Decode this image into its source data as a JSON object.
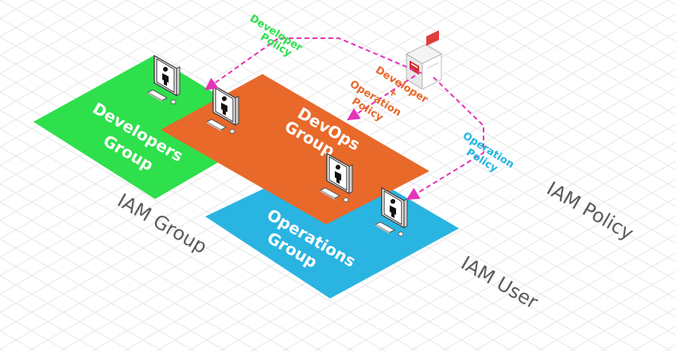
{
  "groups": {
    "developers": {
      "line1": "Developers",
      "line2": "Group",
      "color": "#2ee04c"
    },
    "devops": {
      "line1": "DevOps",
      "line2": "Group",
      "color": "#e8692a"
    },
    "operations": {
      "line1": "Operations",
      "line2": "Group",
      "color": "#2ab4e2"
    }
  },
  "labels": {
    "iam_group": "IAM Group",
    "iam_user": "IAM User",
    "iam_policy": "IAM Policy"
  },
  "policies": {
    "developer": {
      "line1": "Developer",
      "line2": "Policy",
      "color": "#2ee04c"
    },
    "devops": {
      "line1": "Developer",
      "line2": "+",
      "line3": "Operation",
      "line4": "Policy",
      "color": "#e8692a"
    },
    "operation": {
      "line1": "Operation",
      "line2": "Policy",
      "color": "#22b7e0"
    }
  },
  "colors": {
    "arrow": "#e633b8",
    "grid": "#e4e4e4"
  },
  "icons": {
    "user": "user-workstation-icon",
    "policy": "policy-server-icon"
  }
}
